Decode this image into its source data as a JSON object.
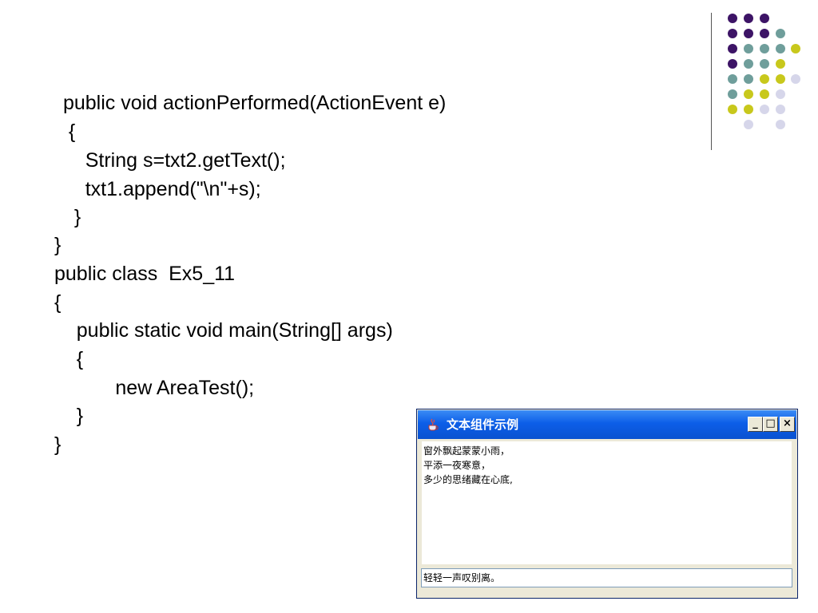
{
  "code": {
    "lines": [
      " public void actionPerformed(ActionEvent e)",
      "  {",
      "     String s=txt2.getText();",
      "     txt1.append(\"\\n\"+s);",
      "   }",
      "}",
      "public class  Ex5_11",
      "{",
      "    public static void main(String[] args)",
      "    {",
      "           new AreaTest();",
      "    }",
      "}"
    ]
  },
  "window": {
    "title": "文本组件示例",
    "minimize_label": "_",
    "maximize_label": "□",
    "close_label": "×",
    "textarea_lines": [
      "窗外飘起蒙蒙小雨，",
      "平添一夜寒意，",
      "多少的思绪藏在心底,"
    ],
    "textfield_value": "轻轻一声叹别离。"
  },
  "colors": {
    "dot_purple": "#3d1466",
    "dot_teal": "#6f9e9b",
    "dot_yellow": "#c8c81c",
    "dot_lavender": "#d6d6ea"
  }
}
